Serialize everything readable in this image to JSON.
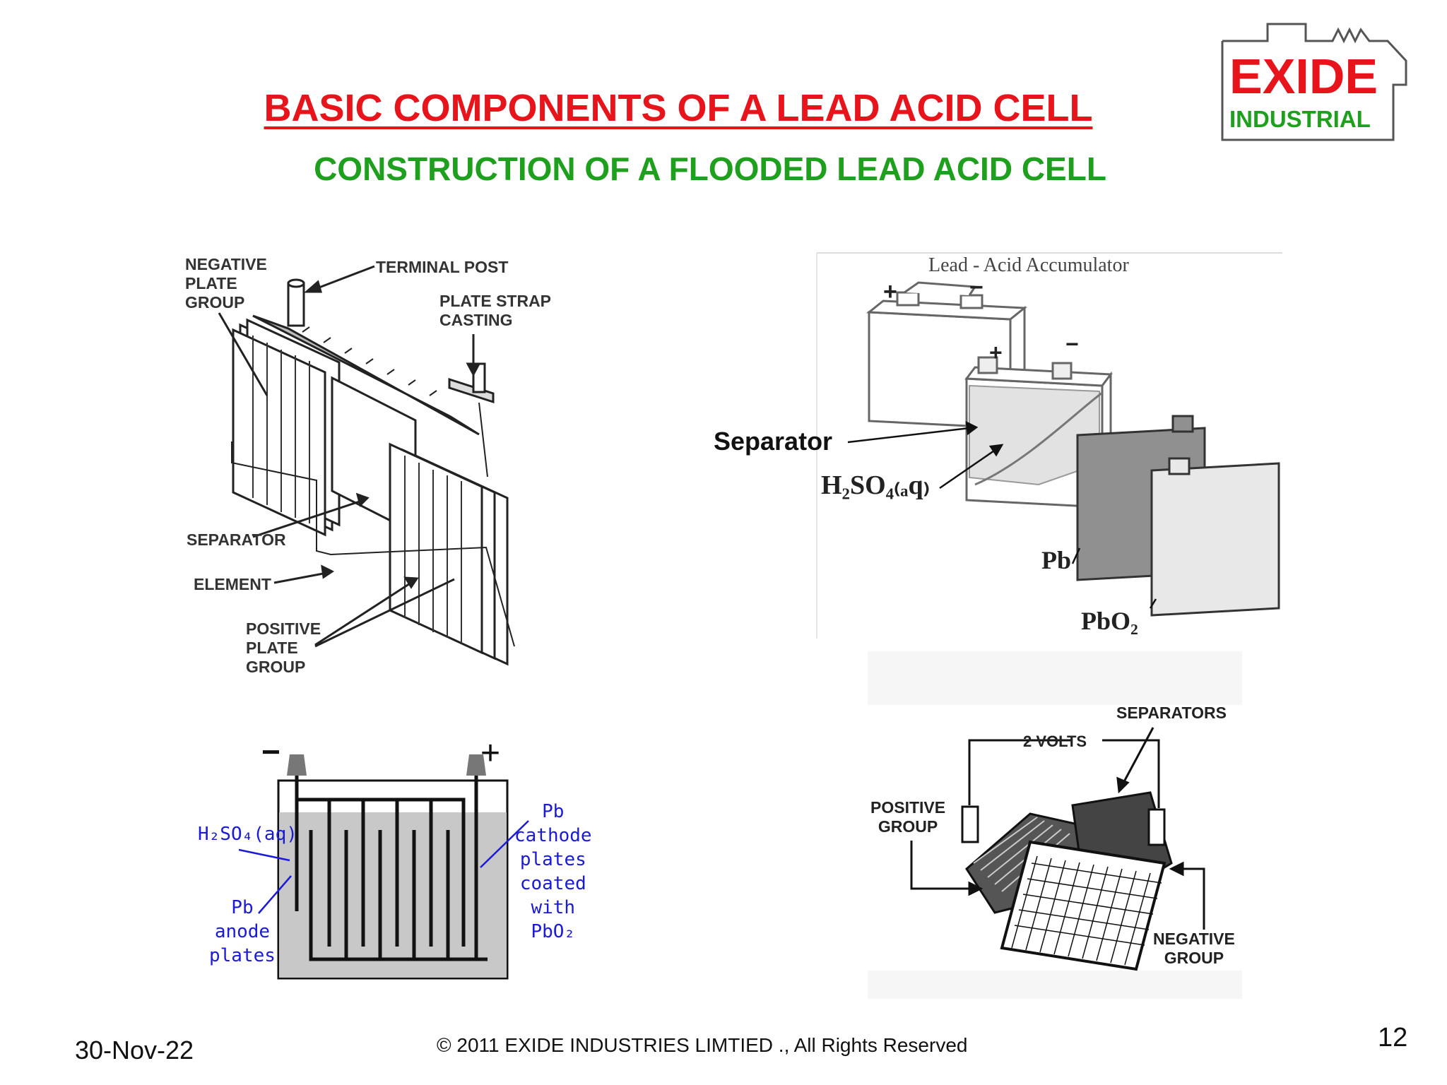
{
  "title": "BASIC COMPONENTS OF A LEAD ACID CELL",
  "subtitle": "CONSTRUCTION OF A FLOODED LEAD ACID CELL",
  "logo": {
    "line1": "EXIDE",
    "line2": "INDUSTRIAL",
    "color_red": "#e8141c",
    "color_green": "#1ea01e"
  },
  "diagram1": {
    "negative_plate_group": [
      "NEGATIVE",
      "PLATE",
      "GROUP"
    ],
    "terminal_post": "TERMINAL POST",
    "plate_strap_casting": [
      "PLATE STRAP",
      "CASTING"
    ],
    "separator": "SEPARATOR",
    "element": "ELEMENT",
    "positive_plate_group": [
      "POSITIVE",
      "PLATE",
      "GROUP"
    ]
  },
  "diagram2": {
    "heading": "Lead - Acid Accumulator",
    "plus": "+",
    "minus": "−",
    "separator": "Separator",
    "electrolyte": "H₂SO₄₍ₐq₎",
    "pb": "Pb",
    "pbo2": "PbO₂"
  },
  "diagram3": {
    "minus": "−",
    "plus": "+",
    "electrolyte": "H₂SO₄(aq)",
    "anode": [
      "Pb",
      "anode",
      "plates"
    ],
    "cathode": [
      "Pb",
      "cathode",
      "plates",
      "coated",
      "with",
      "PbO₂"
    ]
  },
  "diagram4": {
    "separators": "SEPARATORS",
    "volts": "2 VOLTS",
    "positive_group": [
      "POSITIVE",
      "GROUP"
    ],
    "negative_group": [
      "NEGATIVE",
      "GROUP"
    ]
  },
  "footer": {
    "date": "30-Nov-22",
    "copyright": "© 2011 EXIDE INDUSTRIES LIMTIED ., All Rights Reserved",
    "page_number": "12"
  }
}
